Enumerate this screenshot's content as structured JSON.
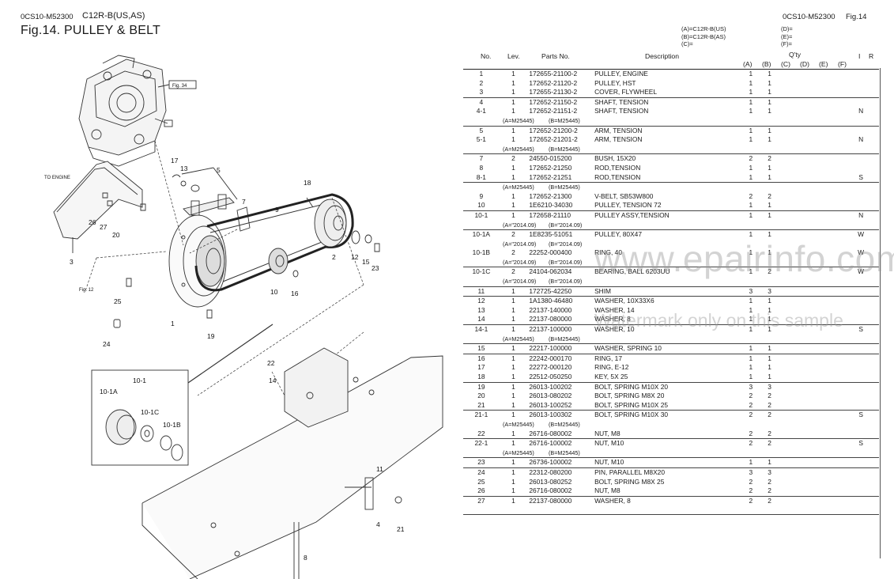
{
  "header": {
    "doc_code": "0CS10-M52300",
    "model": "C12R-B(US,AS)",
    "fig_title": "Fig.14.  PULLEY & BELT",
    "right_code": "0CS10-M52300",
    "right_fig": "Fig.14"
  },
  "legend": {
    "col1": [
      "(A)=C12R-B(US)",
      "(B)=C12R-B(AS)",
      "(C)="
    ],
    "col2": [
      "(D)=",
      "(E)=",
      "(F)="
    ]
  },
  "table_header": {
    "no": "No.",
    "lev": "Lev.",
    "parts_no": "Parts No.",
    "description": "Description",
    "qty": "Q'ty",
    "i": "I",
    "r": "R",
    "qty_cols": [
      "(A)",
      "(B)",
      "(C)",
      "(D)",
      "(E)",
      "(F)"
    ]
  },
  "rows": [
    {
      "type": "part",
      "no": "1",
      "lev": "1",
      "pn": "172655-21100-2",
      "desc": "PULLEY, ENGINE",
      "a": "1",
      "b": "1",
      "i": "",
      "group": true
    },
    {
      "type": "part",
      "no": "2",
      "lev": "1",
      "pn": "172652-21120-2",
      "desc": "PULLEY, HST",
      "a": "1",
      "b": "1",
      "i": ""
    },
    {
      "type": "part",
      "no": "3",
      "lev": "1",
      "pn": "172655-21130-2",
      "desc": "COVER, FLYWHEEL",
      "a": "1",
      "b": "1",
      "i": ""
    },
    {
      "type": "part",
      "no": "4",
      "lev": "1",
      "pn": "172652-21150-2",
      "desc": "SHAFT, TENSION",
      "a": "1",
      "b": "1",
      "i": "",
      "group": true
    },
    {
      "type": "part",
      "no": "4-1",
      "lev": "1",
      "pn": "172652-21151-2",
      "desc": "SHAFT, TENSION",
      "a": "1",
      "b": "1",
      "i": "N"
    },
    {
      "type": "sub",
      "a": "(A=M25445)",
      "b": "(B=M25445)"
    },
    {
      "type": "part",
      "no": "5",
      "lev": "1",
      "pn": "172652-21200-2",
      "desc": "ARM, TENSION",
      "a": "1",
      "b": "1",
      "i": "",
      "group": true
    },
    {
      "type": "part",
      "no": "5-1",
      "lev": "1",
      "pn": "172652-21201-2",
      "desc": "ARM, TENSION",
      "a": "1",
      "b": "1",
      "i": "N"
    },
    {
      "type": "sub",
      "a": "(A=M25445)",
      "b": "(B=M25445)"
    },
    {
      "type": "part",
      "no": "7",
      "lev": "2",
      "pn": "24550-015200",
      "desc": "BUSH, 15X20",
      "a": "2",
      "b": "2",
      "i": "",
      "group": true
    },
    {
      "type": "part",
      "no": "8",
      "lev": "1",
      "pn": "172652-21250",
      "desc": "ROD,TENSION",
      "a": "1",
      "b": "1",
      "i": ""
    },
    {
      "type": "part",
      "no": "8-1",
      "lev": "1",
      "pn": "172652-21251",
      "desc": "ROD,TENSION",
      "a": "1",
      "b": "1",
      "i": "S"
    },
    {
      "type": "sub",
      "a": "(A=M25445)",
      "b": "(B=M25445)",
      "group": true
    },
    {
      "type": "part",
      "no": "9",
      "lev": "1",
      "pn": "172652-21300",
      "desc": "V-BELT, SB53W800",
      "a": "2",
      "b": "2",
      "i": ""
    },
    {
      "type": "part",
      "no": "10",
      "lev": "1",
      "pn": "1E6210-34030",
      "desc": "PULLEY, TENSION 72",
      "a": "1",
      "b": "1",
      "i": ""
    },
    {
      "type": "part",
      "no": "10-1",
      "lev": "1",
      "pn": "172658-21110",
      "desc": "PULLEY ASSY,TENSION",
      "a": "1",
      "b": "1",
      "i": "N",
      "group": true
    },
    {
      "type": "sub",
      "a": "(A=\"2014.09)",
      "b": "(B=\"2014.09)"
    },
    {
      "type": "part",
      "no": "10-1A",
      "lev": "2",
      "pn": "1E8235-51051",
      "desc": "PULLEY, 80X47",
      "a": "1",
      "b": "1",
      "i": "W",
      "group": true
    },
    {
      "type": "sub",
      "a": "(A=\"2014.09)",
      "b": "(B=\"2014.09)"
    },
    {
      "type": "part",
      "no": "10-1B",
      "lev": "2",
      "pn": "22252-000400",
      "desc": "RING,  40",
      "a": "1",
      "b": "1",
      "i": "W"
    },
    {
      "type": "sub",
      "a": "(A=\"2014.09)",
      "b": "(B=\"2014.09)"
    },
    {
      "type": "part",
      "no": "10-1C",
      "lev": "2",
      "pn": "24104-062034",
      "desc": "BEARING, BALL 6203UU",
      "a": "1",
      "b": "2",
      "i": "W",
      "group": true
    },
    {
      "type": "sub",
      "a": "(A=\"2014.09)",
      "b": "(B=\"2014.09)"
    },
    {
      "type": "part",
      "no": "11",
      "lev": "1",
      "pn": "172725-42250",
      "desc": "SHIM",
      "a": "3",
      "b": "3",
      "i": "",
      "group": true
    },
    {
      "type": "part",
      "no": "12",
      "lev": "1",
      "pn": "1A1380-46480",
      "desc": "WASHER, 10X33X6",
      "a": "1",
      "b": "1",
      "i": "",
      "group": true
    },
    {
      "type": "part",
      "no": "13",
      "lev": "1",
      "pn": "22137-140000",
      "desc": "WASHER, 14",
      "a": "1",
      "b": "1",
      "i": ""
    },
    {
      "type": "part",
      "no": "14",
      "lev": "1",
      "pn": "22137-080000",
      "desc": "WASHER,  8",
      "a": "1",
      "b": "1",
      "i": ""
    },
    {
      "type": "part",
      "no": "14-1",
      "lev": "1",
      "pn": "22137-100000",
      "desc": "WASHER, 10",
      "a": "1",
      "b": "1",
      "i": "S",
      "group": true
    },
    {
      "type": "sub",
      "a": "(A=M25445)",
      "b": "(B=M25445)"
    },
    {
      "type": "part",
      "no": "15",
      "lev": "1",
      "pn": "22217-100000",
      "desc": "WASHER, SPRING 10",
      "a": "1",
      "b": "1",
      "i": "",
      "group": true
    },
    {
      "type": "part",
      "no": "16",
      "lev": "1",
      "pn": "22242-000170",
      "desc": "RING,  17",
      "a": "1",
      "b": "1",
      "i": "",
      "group": true
    },
    {
      "type": "part",
      "no": "17",
      "lev": "1",
      "pn": "22272-000120",
      "desc": "RING, E-12",
      "a": "1",
      "b": "1",
      "i": ""
    },
    {
      "type": "part",
      "no": "18",
      "lev": "1",
      "pn": "22512-050250",
      "desc": "KEY, 5X 25",
      "a": "1",
      "b": "1",
      "i": ""
    },
    {
      "type": "part",
      "no": "19",
      "lev": "1",
      "pn": "26013-100202",
      "desc": "BOLT, SPRING M10X 20",
      "a": "3",
      "b": "3",
      "i": "",
      "group": true
    },
    {
      "type": "part",
      "no": "20",
      "lev": "1",
      "pn": "26013-080202",
      "desc": "BOLT, SPRING M8X 20",
      "a": "2",
      "b": "2",
      "i": ""
    },
    {
      "type": "part",
      "no": "21",
      "lev": "1",
      "pn": "26013-100252",
      "desc": "BOLT, SPRING M10X 25",
      "a": "2",
      "b": "2",
      "i": ""
    },
    {
      "type": "part",
      "no": "21-1",
      "lev": "1",
      "pn": "26013-100302",
      "desc": "BOLT, SPRING M10X 30",
      "a": "2",
      "b": "2",
      "i": "S",
      "group": true
    },
    {
      "type": "sub",
      "a": "(A=M25445)",
      "b": "(B=M25445)"
    },
    {
      "type": "part",
      "no": "22",
      "lev": "1",
      "pn": "26716-080002",
      "desc": "NUT, M8",
      "a": "2",
      "b": "2",
      "i": ""
    },
    {
      "type": "part",
      "no": "22-1",
      "lev": "1",
      "pn": "26716-100002",
      "desc": "NUT, M10",
      "a": "2",
      "b": "2",
      "i": "S",
      "group": true
    },
    {
      "type": "sub",
      "a": "(A=M25445)",
      "b": "(B=M25445)"
    },
    {
      "type": "part",
      "no": "23",
      "lev": "1",
      "pn": "26736-100002",
      "desc": "NUT, M10",
      "a": "1",
      "b": "1",
      "i": "",
      "group": true
    },
    {
      "type": "part",
      "no": "24",
      "lev": "1",
      "pn": "22312-080200",
      "desc": "PIN, PARALLEL M8X20",
      "a": "3",
      "b": "3",
      "i": "",
      "group": true
    },
    {
      "type": "part",
      "no": "25",
      "lev": "1",
      "pn": "26013-080252",
      "desc": "BOLT, SPRING M8X 25",
      "a": "2",
      "b": "2",
      "i": ""
    },
    {
      "type": "part",
      "no": "26",
      "lev": "1",
      "pn": "26716-080002",
      "desc": "NUT, M8",
      "a": "2",
      "b": "2",
      "i": ""
    },
    {
      "type": "part",
      "no": "27",
      "lev": "1",
      "pn": "22137-080000",
      "desc": "WASHER,  8",
      "a": "2",
      "b": "2",
      "i": "",
      "group": true
    },
    {
      "type": "blank"
    }
  ],
  "diagram": {
    "labels": {
      "fig34": "Fig. 34",
      "fig12": "Fig. 12",
      "to_engine": "TO ENGINE",
      "n1": "1",
      "n2": "2",
      "n3": "3",
      "n4": "4",
      "n5": "5",
      "n7": "7",
      "n8": "8",
      "n9": "9",
      "n10": "10",
      "n11": "11",
      "n12": "12",
      "n13": "13",
      "n14": "14",
      "n15": "15",
      "n16": "16",
      "n17": "17",
      "n18": "18",
      "n19": "19",
      "n20": "20",
      "n21": "21",
      "n22": "22",
      "n23": "23",
      "n24": "24",
      "n25": "25",
      "n26": "26",
      "n27": "27",
      "i10_1": "10-1",
      "i10_1a": "10-1A",
      "i10_1b": "10-1B",
      "i10_1c": "10-1C"
    }
  },
  "watermark": {
    "line1": "www.epairinfo.com",
    "line2": "Watermark only on this sample"
  }
}
